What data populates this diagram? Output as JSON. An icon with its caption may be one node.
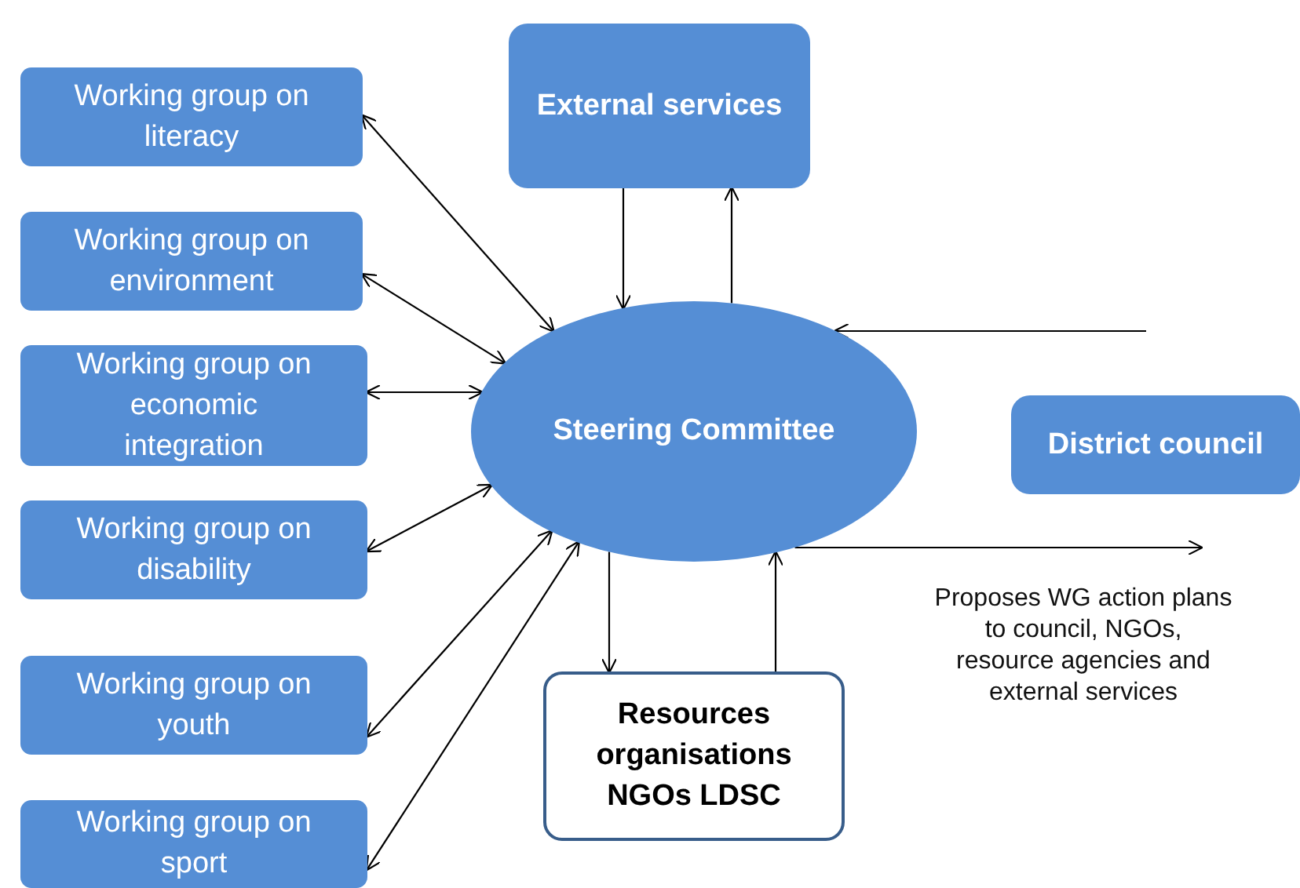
{
  "diagram": {
    "nodes": [
      {
        "text": [
          "Working group on literacy"
        ]
      },
      {
        "text": [
          "Working group on environment"
        ]
      },
      {
        "text": [
          "Working group on economic integration"
        ]
      },
      {
        "text": [
          "Working group on disability"
        ]
      },
      {
        "text": [
          "Working group on youth"
        ]
      },
      {
        "text": [
          "Working group on sport"
        ]
      },
      {
        "text": [
          "External services"
        ]
      },
      {
        "text": [
          "Steering Committee"
        ]
      },
      {
        "text": [
          "District council"
        ]
      },
      {
        "text": [
          "Resources organisations NGOs LDSC"
        ]
      }
    ],
    "edges": [
      {
        "from": 0,
        "to": 7,
        "arrow": "both"
      },
      {
        "from": 1,
        "to": 7,
        "arrow": "both"
      },
      {
        "from": 2,
        "to": 7,
        "arrow": "both"
      },
      {
        "from": 3,
        "to": 7,
        "arrow": "both"
      },
      {
        "from": 4,
        "to": 7,
        "arrow": "both"
      },
      {
        "from": 5,
        "to": 7,
        "arrow": "both"
      },
      {
        "from": 6,
        "to": 7,
        "arrow": "to"
      },
      {
        "from": 7,
        "to": 6,
        "arrow": "to"
      },
      {
        "from": 7,
        "to": 9,
        "arrow": "to"
      },
      {
        "from": 9,
        "to": 7,
        "arrow": "to"
      },
      {
        "from": null,
        "to": 7,
        "arrow": "to"
      },
      {
        "from": 7,
        "to": null,
        "arrow": "to",
        "label": "Proposes WG action plans to council, NGOs, resource agencies and external services"
      }
    ]
  }
}
